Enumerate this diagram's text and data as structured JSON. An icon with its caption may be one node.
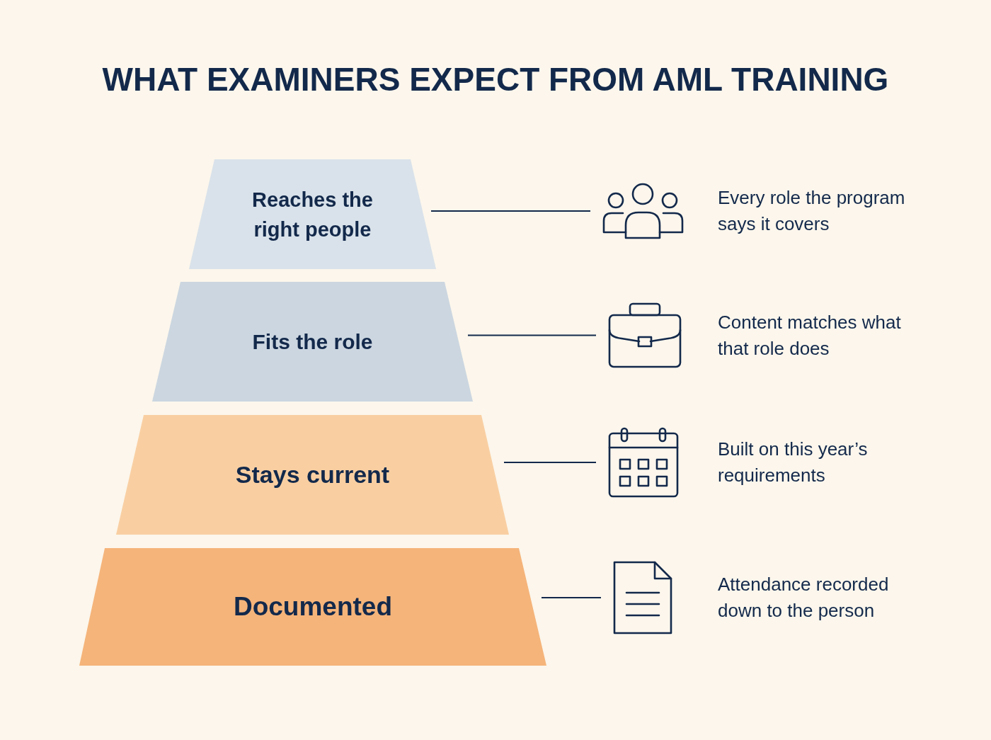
{
  "diagram": {
    "title": "WHAT EXAMINERS EXPECT FROM AML TRAINING",
    "nodes": [
      {
        "text": [
          "Reaches the right people"
        ]
      },
      {
        "text": [
          "Fits the role"
        ]
      },
      {
        "text": [
          "Stays current"
        ]
      },
      {
        "text": [
          "Documented"
        ]
      },
      {
        "text": [],
        "shape": "picture",
        "beside": [
          "Every role the program says it covers"
        ]
      },
      {
        "text": [],
        "shape": "picture",
        "beside": [
          "Content matches what that role does"
        ]
      },
      {
        "text": [],
        "shape": "picture",
        "beside": [
          "Built on this year’s requirements"
        ]
      },
      {
        "text": [],
        "shape": "picture",
        "beside": [
          "Attendance recorded down to the person"
        ]
      }
    ],
    "edges": [
      {
        "from": 0,
        "to": 4,
        "arrow": "none"
      },
      {
        "from": 1,
        "to": 5,
        "arrow": "none"
      },
      {
        "from": 2,
        "to": 6,
        "arrow": "none"
      },
      {
        "from": 3,
        "to": 7,
        "arrow": "none"
      }
    ]
  }
}
